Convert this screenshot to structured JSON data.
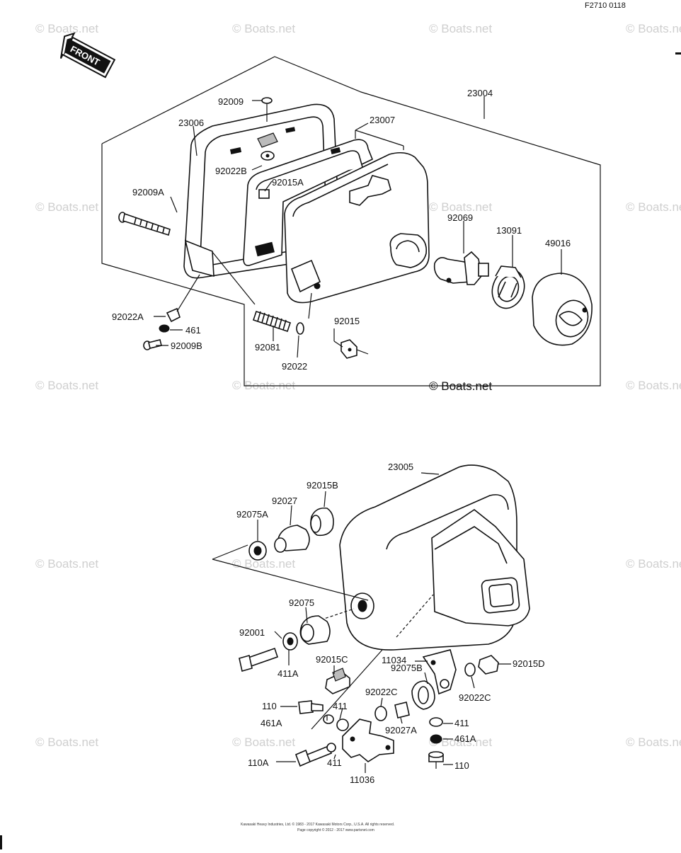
{
  "diagram_code": "F2710 0118",
  "front_label": "FRONT",
  "watermark": "© Boats.net",
  "copyright": "Kawasaki Heavy Industries, Ltd. © 1983 - 2017 Kawasaki Motors Corp., U.S.A. All rights reserved.",
  "copyright_line2": "Page copyright © 2012 - 2017 www.partsnet.com",
  "upper_assembly": {
    "labels": [
      "23004",
      "92009",
      "23006",
      "23007",
      "92022B",
      "92015A",
      "92009A",
      "92069",
      "13091",
      "49016",
      "92022A",
      "461",
      "92009B",
      "92081",
      "92015",
      "92022"
    ]
  },
  "lower_assembly": {
    "labels": [
      "23005",
      "92015B",
      "92027",
      "92075A",
      "92075",
      "92001",
      "411A",
      "92015C",
      "11034",
      "92075B",
      "92015D",
      "92022C",
      "92022C",
      "110",
      "411",
      "461A",
      "92027A",
      "411",
      "461A",
      "110A",
      "411",
      "110",
      "11036"
    ]
  }
}
